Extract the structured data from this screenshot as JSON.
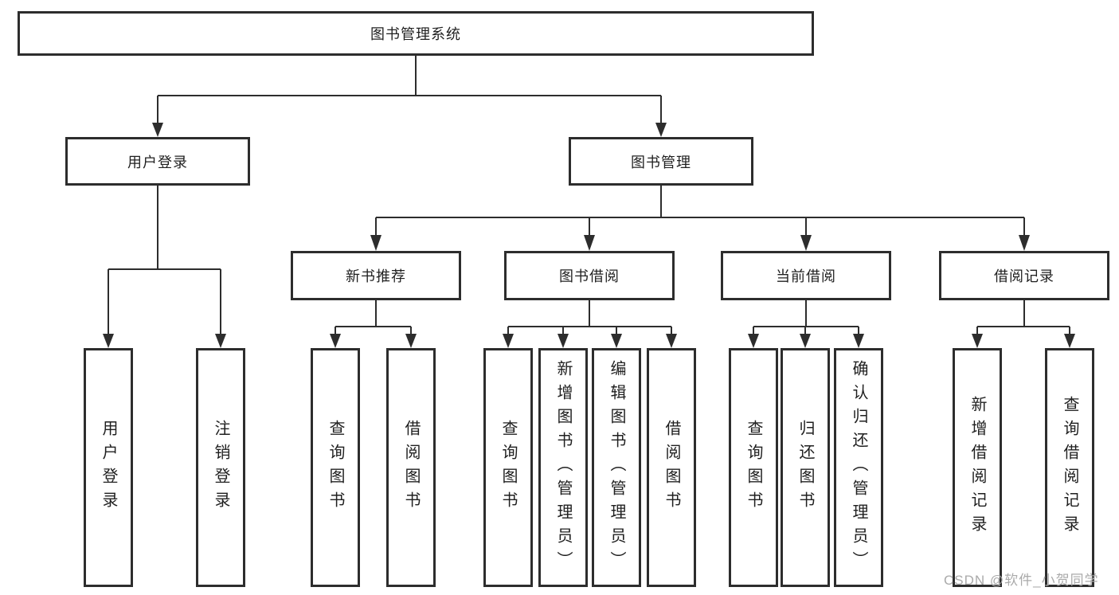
{
  "diagram": {
    "root": {
      "label": "图书管理系统"
    },
    "branches": [
      {
        "label": "用户登录",
        "children": [
          {
            "label": "用户登录"
          },
          {
            "label": "注销登录"
          }
        ]
      },
      {
        "label": "图书管理",
        "children": [
          {
            "label": "新书推荐",
            "children": [
              {
                "label": "查询图书"
              },
              {
                "label": "借阅图书"
              }
            ]
          },
          {
            "label": "图书借阅",
            "children": [
              {
                "label": "查询图书"
              },
              {
                "label": "新增图书（管理员）"
              },
              {
                "label": "编辑图书（管理员）"
              },
              {
                "label": "借阅图书"
              }
            ]
          },
          {
            "label": "当前借阅",
            "children": [
              {
                "label": "查询图书"
              },
              {
                "label": "归还图书"
              },
              {
                "label": "确认归还（管理员）"
              }
            ]
          },
          {
            "label": "借阅记录",
            "children": [
              {
                "label": "新增借阅记录"
              },
              {
                "label": "查询借阅记录"
              }
            ]
          }
        ]
      }
    ]
  },
  "watermark": {
    "text": "CSDN @软件_小贺同学"
  },
  "colors": {
    "line": "#2d2d2d",
    "box_border": "#2d2d2d",
    "text": "#1f1f1f",
    "watermark": "#aaaaaa",
    "background": "#ffffff"
  }
}
